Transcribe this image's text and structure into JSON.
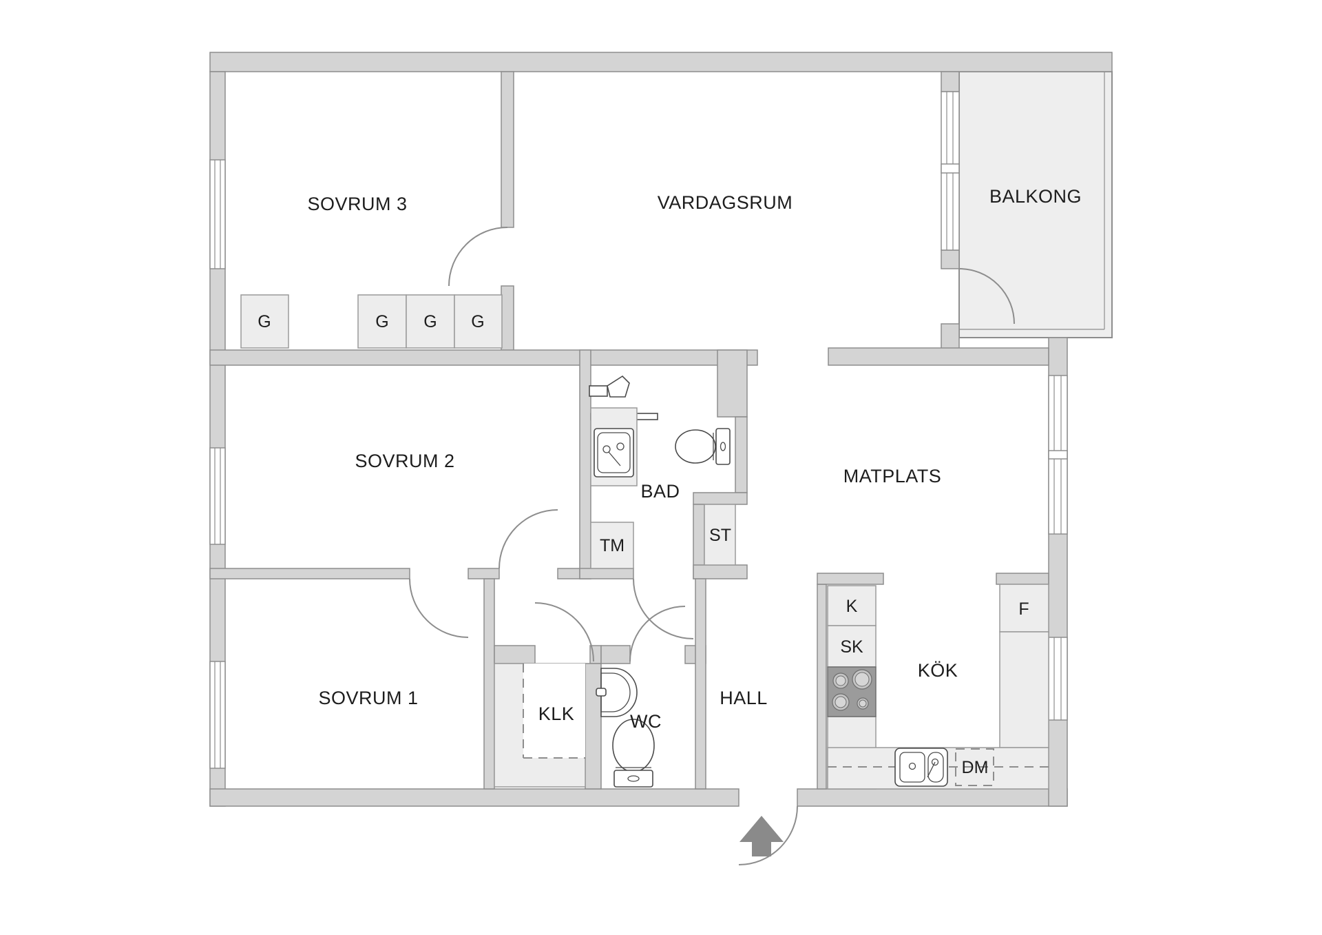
{
  "labels": {
    "sovrum3": "SOVRUM 3",
    "vardagsrum": "VARDAGSRUM",
    "balkong": "BALKONG",
    "sovrum2": "SOVRUM 2",
    "bad": "BAD",
    "matplats": "MATPLATS",
    "sovrum1": "SOVRUM 1",
    "klk": "KLK",
    "wc": "WC",
    "hall": "HALL",
    "kok": "KÖK",
    "g": "G",
    "tm": "TM",
    "st": "ST",
    "k": "K",
    "sk": "SK",
    "f": "F",
    "dm": "DM"
  },
  "theme": {
    "wall-fill": "#d4d4d4",
    "wall-stroke": "#8d8d8d",
    "room-fill": "#ffffff",
    "closet-fill": "#ededed",
    "balcony-fill": "#eeeeee",
    "stove-fill": "#9b9b9b",
    "arrow-fill": "#8a8a8a",
    "text-color": "#1d1d1d",
    "fixture-stroke": "#4a4a4a"
  }
}
